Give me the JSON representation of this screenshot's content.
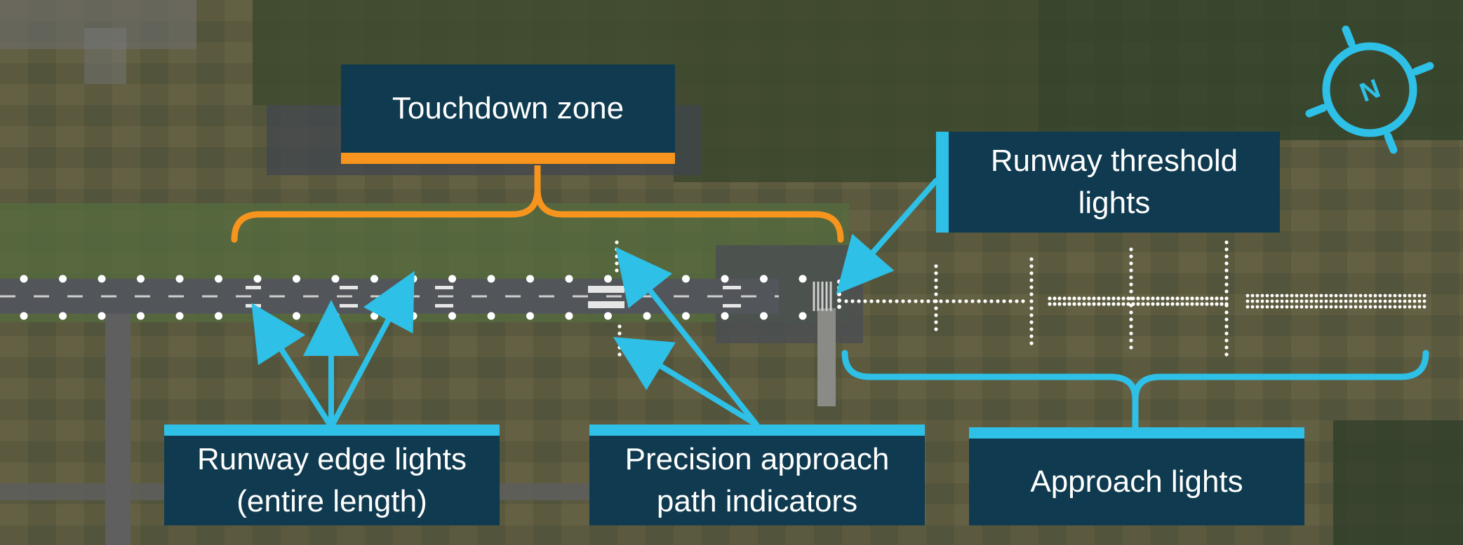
{
  "labels": {
    "touchdown_zone": "Touchdown zone",
    "runway_threshold_lights": "Runway threshold\nlights",
    "runway_edge_lights": "Runway edge lights\n(entire length)",
    "papi": "Precision approach\npath indicators",
    "approach_lights": "Approach lights"
  },
  "compass": {
    "letter": "N"
  },
  "colors": {
    "callout_box": "#0f3a4f",
    "orange_accent": "#f7941d",
    "cyan_accent": "#2ec0e6",
    "light_dots": "#ffffff"
  }
}
